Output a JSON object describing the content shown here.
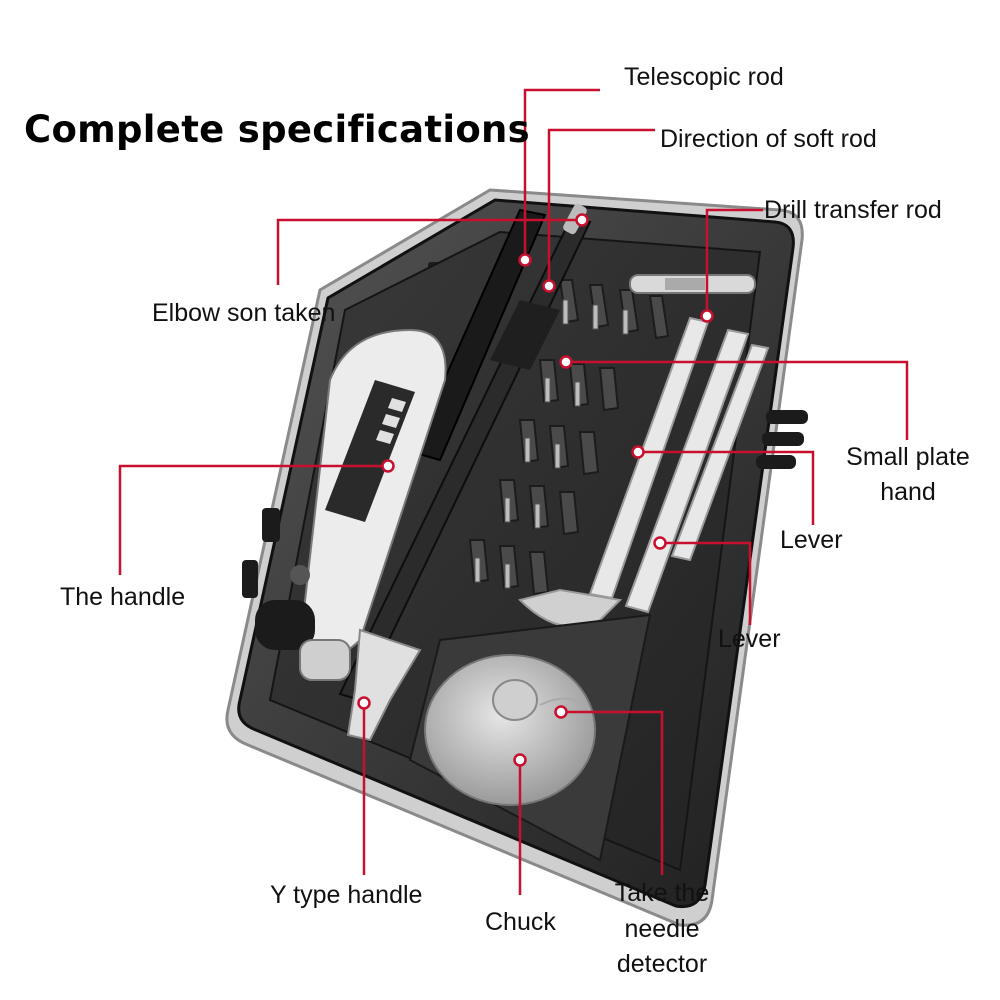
{
  "title": "Complete specifications",
  "colors": {
    "leader": "#c8102e",
    "box": "#2e2e2e",
    "text": "#111111"
  },
  "callouts": {
    "telescopic_rod": "Telescopic rod",
    "direction_soft_rod": "Direction of soft rod",
    "drill_transfer_rod": "Drill transfer rod",
    "elbow_son_taken": "Elbow son taken",
    "small_plate_hand_1": "Small plate",
    "small_plate_hand_2": "hand",
    "lever_upper": "Lever",
    "lever_lower": "Lever",
    "the_handle": "The handle",
    "y_type_handle": "Y type handle",
    "chuck": "Chuck",
    "needle_detector_1": "Take the",
    "needle_detector_2": "needle",
    "needle_detector_3": "detector"
  }
}
